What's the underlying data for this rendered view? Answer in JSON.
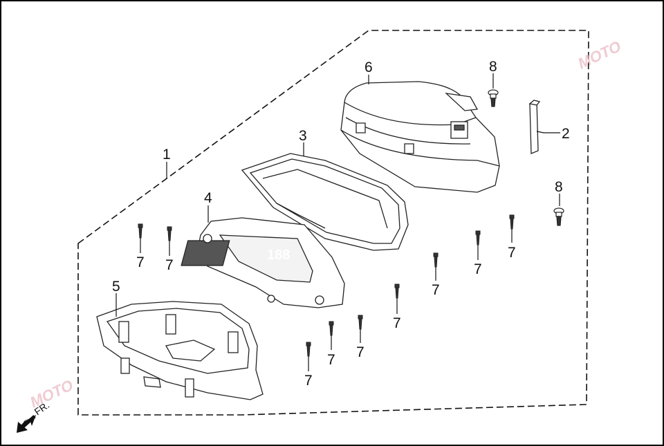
{
  "diagram": {
    "callouts": {
      "c1": "1",
      "c2": "2",
      "c3": "3",
      "c4": "4",
      "c5": "5",
      "c6": "6",
      "c7": "7",
      "c8": "8"
    },
    "front_label": "FR.",
    "display_digits": "188",
    "watermark": "MOTO"
  },
  "colors": {
    "line": "#222222",
    "frame": "#000000",
    "watermark": "#e8b6bf"
  }
}
